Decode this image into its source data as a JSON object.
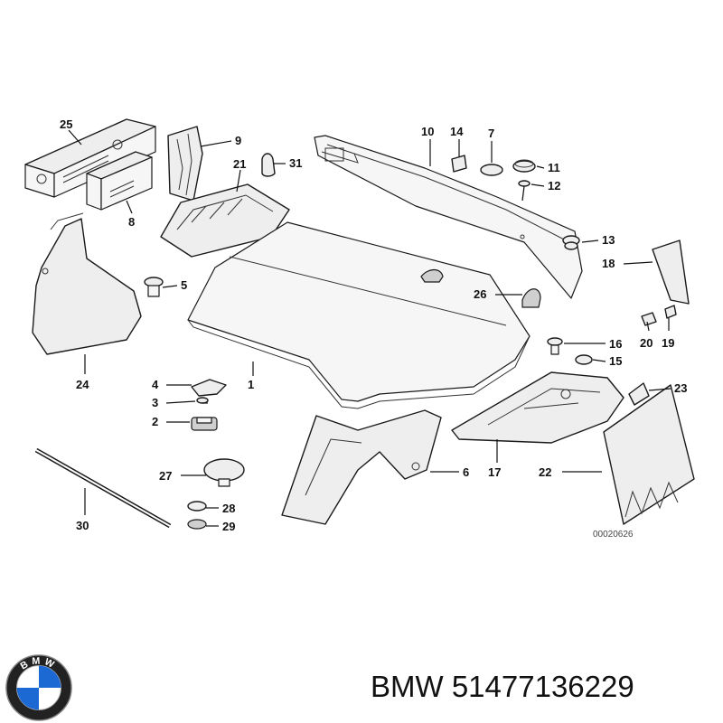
{
  "callouts": [
    {
      "id": "1",
      "label": "1"
    },
    {
      "id": "2",
      "label": "2"
    },
    {
      "id": "3",
      "label": "3"
    },
    {
      "id": "4",
      "label": "4"
    },
    {
      "id": "5",
      "label": "5"
    },
    {
      "id": "6",
      "label": "6"
    },
    {
      "id": "7",
      "label": "7"
    },
    {
      "id": "8",
      "label": "8"
    },
    {
      "id": "9",
      "label": "9"
    },
    {
      "id": "10",
      "label": "10"
    },
    {
      "id": "11",
      "label": "11"
    },
    {
      "id": "12",
      "label": "12"
    },
    {
      "id": "13",
      "label": "13"
    },
    {
      "id": "14",
      "label": "14"
    },
    {
      "id": "15",
      "label": "15"
    },
    {
      "id": "16",
      "label": "16"
    },
    {
      "id": "17",
      "label": "17"
    },
    {
      "id": "18",
      "label": "18"
    },
    {
      "id": "19",
      "label": "19"
    },
    {
      "id": "20",
      "label": "20"
    },
    {
      "id": "21",
      "label": "21"
    },
    {
      "id": "22",
      "label": "22"
    },
    {
      "id": "23",
      "label": "23"
    },
    {
      "id": "24",
      "label": "24"
    },
    {
      "id": "25",
      "label": "25"
    },
    {
      "id": "26",
      "label": "26"
    },
    {
      "id": "27",
      "label": "27"
    },
    {
      "id": "28",
      "label": "28"
    },
    {
      "id": "29",
      "label": "29"
    },
    {
      "id": "30",
      "label": "30"
    },
    {
      "id": "31",
      "label": "31"
    }
  ],
  "diagram_code": "00020626",
  "brand": {
    "name": "BMW",
    "part_number": "51477136229",
    "logo_letters": "BMW"
  },
  "colors": {
    "line": "#1a1a1a",
    "fill": "#eeeeee",
    "logo_blue": "#1c69d4",
    "logo_ring": "#222222"
  }
}
